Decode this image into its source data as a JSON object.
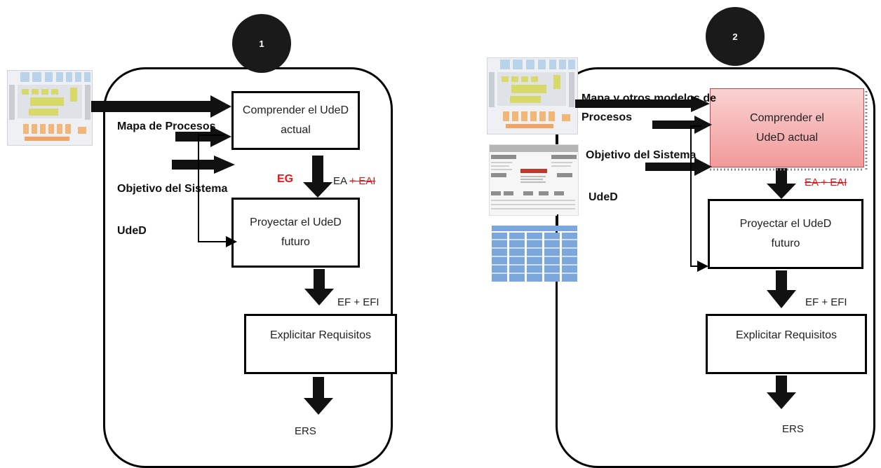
{
  "panel1": {
    "number": "1",
    "box_current": [
      "Comprender el UdeD",
      "actual"
    ],
    "box_future": [
      "Proyectar el UdeD",
      "futuro"
    ],
    "box_requirements": "Explicitar Requisitos",
    "input_process_map": "Mapa de Procesos",
    "input_objective": "Objetivo del Sistema",
    "input_uded": "UdeD",
    "label_eg": "EG",
    "label_ea": "EA",
    "label_eai_struck": "+ EAI",
    "label_ef": "EF + EFI",
    "label_ers": "ERS"
  },
  "panel2": {
    "number": "2",
    "box_current": [
      "Comprender el",
      "UdeD actual"
    ],
    "box_future": [
      "Proyectar el UdeD",
      "futuro"
    ],
    "box_requirements": "Explicitar Requisitos",
    "input_maps": [
      "Mapa y otros modelos de",
      "Procesos"
    ],
    "input_objective": "Objetivo del Sistema",
    "input_uded": "UdeD",
    "label_ea_eai_struck": "EA + EAI",
    "label_ef": "EF + EFI",
    "label_ers": "ERS"
  },
  "colors": {
    "accent_red": "#e8141c",
    "highlight_fill": "#f7b6b6"
  }
}
